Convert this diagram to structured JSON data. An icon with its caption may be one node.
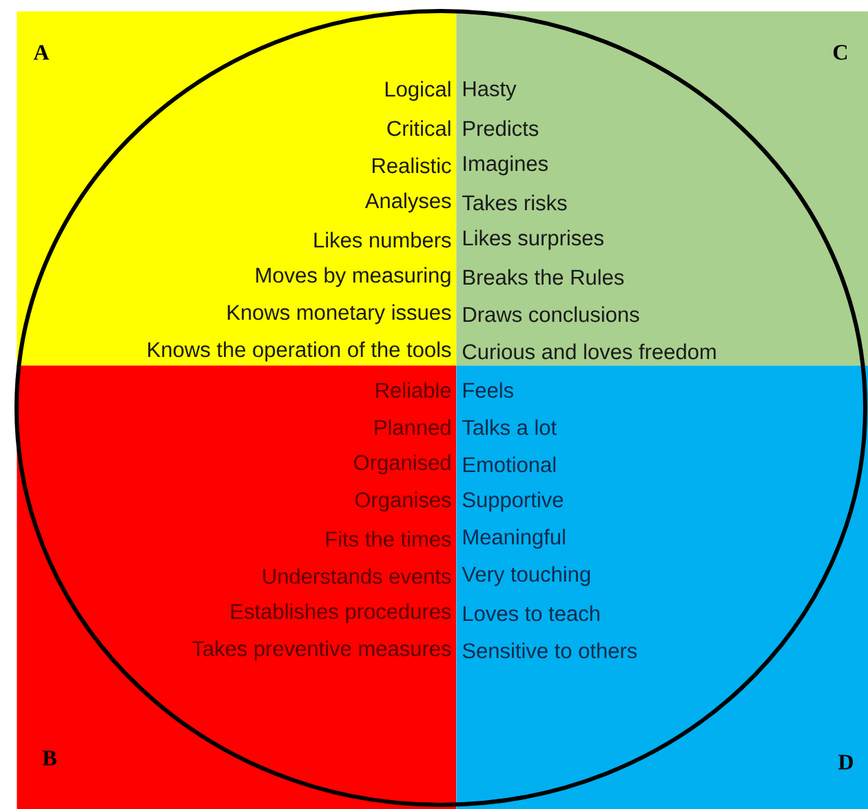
{
  "diagram": {
    "nodes": [
      {
        "text": [
          "A",
          "Logical",
          "Critical",
          "Realistic",
          "Analyses",
          "Likes numbers",
          "Moves by measuring",
          "Knows monetary issues",
          "Knows the operation of the tools"
        ]
      },
      {
        "text": [
          "C",
          "Hasty",
          "Predicts",
          "Imagines",
          "Takes risks",
          "Likes surprises",
          "Breaks the Rules",
          "Draws conclusions",
          "Curious and loves freedom"
        ]
      },
      {
        "text": [
          "B",
          "Reliable",
          "Planned",
          "Organised",
          "Organises",
          "Fits the times",
          "Understands events",
          "Establishes procedures",
          "Takes preventive measures"
        ]
      },
      {
        "text": [
          "D",
          "Feels",
          "Talks a lot",
          "Emotional",
          "Supportive",
          "Meaningful",
          "Very touching",
          "Loves to teach",
          "Sensitive to others"
        ]
      }
    ]
  }
}
